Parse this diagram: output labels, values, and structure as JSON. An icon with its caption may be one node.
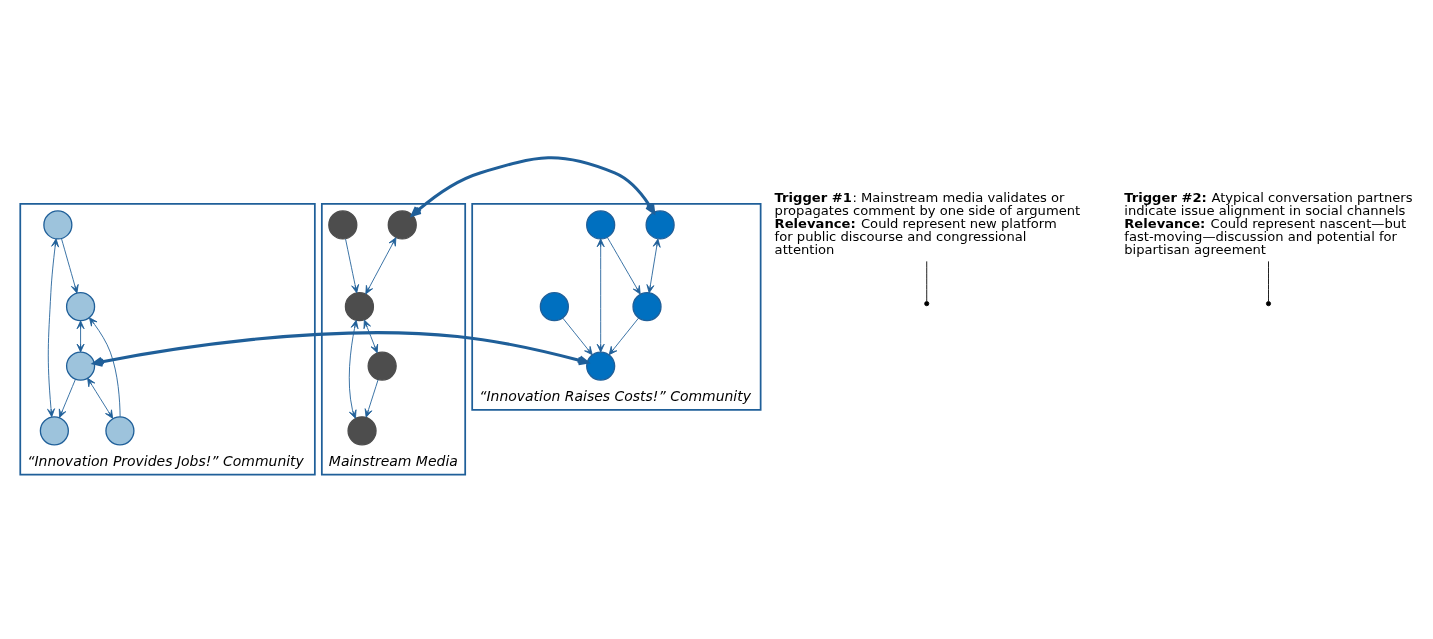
{
  "diagram": {
    "nodes": [
      {
        "text": [
          "“Innovation Provides Jobs!” Community"
        ]
      },
      {
        "text": [],
        "shape": "circle",
        "in": 0
      },
      {
        "text": [],
        "shape": "circle",
        "in": 0
      },
      {
        "text": [],
        "shape": "circle",
        "in": 0
      },
      {
        "text": [],
        "shape": "circle",
        "in": 0
      },
      {
        "text": [],
        "shape": "circle",
        "in": 0
      },
      {
        "text": [
          "Mainstream Media"
        ]
      },
      {
        "text": [],
        "shape": "circle",
        "in": 6
      },
      {
        "text": [],
        "shape": "circle",
        "in": 6
      },
      {
        "text": [],
        "shape": "circle",
        "in": 6
      },
      {
        "text": [],
        "shape": "circle",
        "in": 6
      },
      {
        "text": [],
        "shape": "circle",
        "in": 6
      },
      {
        "text": [
          "“Innovation Raises Costs!” Community"
        ]
      },
      {
        "text": [],
        "shape": "circle",
        "in": 12
      },
      {
        "text": [],
        "shape": "circle",
        "in": 12
      },
      {
        "text": [],
        "shape": "circle",
        "in": 12
      },
      {
        "text": [],
        "shape": "circle",
        "in": 12
      },
      {
        "text": [],
        "shape": "circle",
        "in": 12
      },
      {
        "text": [
          "**Trigger #1**: Mainstream media validates or propagates comment by one side of argument",
          "**Relevance:** Could represent new platform for public discourse and congressional attention"
        ]
      },
      {
        "text": [
          "**Trigger #2:** Atypical conversation partners indicate issue alignment in social channels",
          "**Relevance:** Could represent nascent—but fast-moving—discussion and potential for bipartisan agreement"
        ]
      }
    ],
    "edges": [
      {
        "from": 2,
        "to": 1,
        "arrow": "both"
      },
      {
        "from": 3,
        "to": 1,
        "arrow": "to"
      },
      {
        "from": 2,
        "to": 4,
        "arrow": "to"
      },
      {
        "from": 4,
        "to": 3,
        "arrow": "both"
      },
      {
        "from": 5,
        "to": 4,
        "arrow": "to"
      },
      {
        "from": 3,
        "to": 5,
        "arrow": "both"
      },
      {
        "from": 7,
        "to": 9,
        "arrow": "both"
      },
      {
        "from": 8,
        "to": 9,
        "arrow": "to"
      },
      {
        "from": 9,
        "to": 10,
        "arrow": "both"
      },
      {
        "from": 9,
        "to": 11,
        "arrow": "both"
      },
      {
        "from": 11,
        "to": 10,
        "arrow": "to"
      },
      {
        "from": 13,
        "to": 14,
        "arrow": "both"
      },
      {
        "from": 15,
        "to": 14,
        "arrow": "to"
      },
      {
        "from": 14,
        "to": 16,
        "arrow": "to"
      },
      {
        "from": 15,
        "to": 16,
        "arrow": "both"
      },
      {
        "from": 17,
        "to": 16,
        "arrow": "to"
      },
      {
        "from": 7,
        "to": 13,
        "arrow": "both",
        "style": "thick"
      },
      {
        "from": 3,
        "to": 16,
        "arrow": "both",
        "style": "thick"
      },
      {
        "from": 18,
        "to": null,
        "arrow": "other",
        "color": "#000000"
      },
      {
        "from": 19,
        "to": null,
        "arrow": "other",
        "color": "#000000"
      }
    ]
  }
}
